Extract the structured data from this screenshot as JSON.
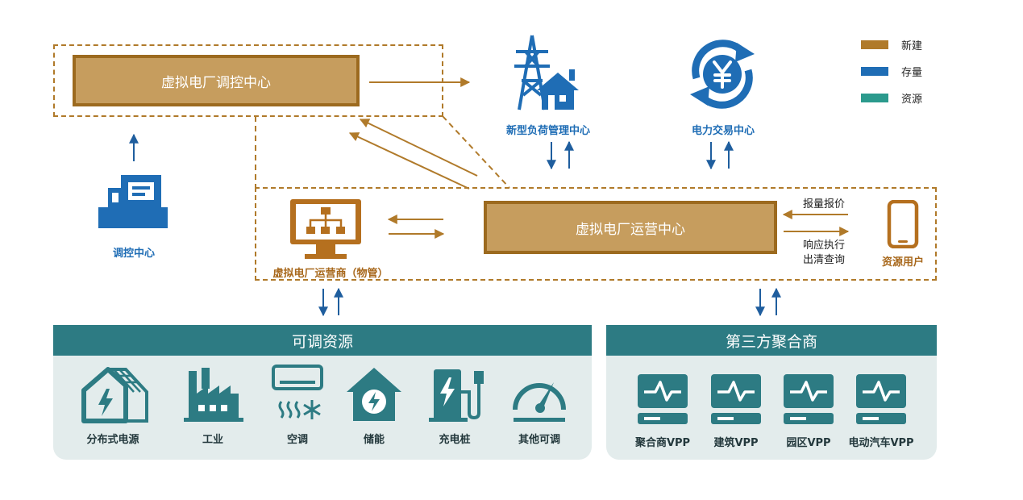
{
  "legend": [
    {
      "label": "新建",
      "color": "#b07a2a"
    },
    {
      "label": "存量",
      "color": "#1f6db5"
    },
    {
      "label": "资源",
      "color": "#2b9a8d"
    }
  ],
  "boxes": {
    "control_center": "虚拟电厂调控中心",
    "operation_center": "虚拟电厂运营中心"
  },
  "nodes": {
    "dispatch": "调控中心",
    "load_mgmt": "新型负荷管理中心",
    "power_trade": "电力交易中心",
    "operator": "虚拟电厂运营商（物管）",
    "resource_user": "资源用户"
  },
  "flows": {
    "bid": "报量报价",
    "response_line1": "响应执行",
    "response_line2": "出清查询"
  },
  "adjustable": {
    "title": "可调资源",
    "items": [
      {
        "label": "分布式电源",
        "icon": "solar-house-icon"
      },
      {
        "label": "工业",
        "icon": "factory-icon"
      },
      {
        "label": "空调",
        "icon": "air-conditioner-icon"
      },
      {
        "label": "储能",
        "icon": "energy-storage-icon"
      },
      {
        "label": "充电桩",
        "icon": "charging-pile-icon"
      },
      {
        "label": "其他可调",
        "icon": "gauge-icon"
      }
    ]
  },
  "aggregators": {
    "title": "第三方聚合商",
    "items": [
      {
        "label": "聚合商VPP",
        "icon": "vpp-server-icon"
      },
      {
        "label": "建筑VPP",
        "icon": "vpp-server-icon"
      },
      {
        "label": "园区VPP",
        "icon": "vpp-server-icon"
      },
      {
        "label": "电动汽车VPP",
        "icon": "vpp-server-icon"
      }
    ]
  }
}
